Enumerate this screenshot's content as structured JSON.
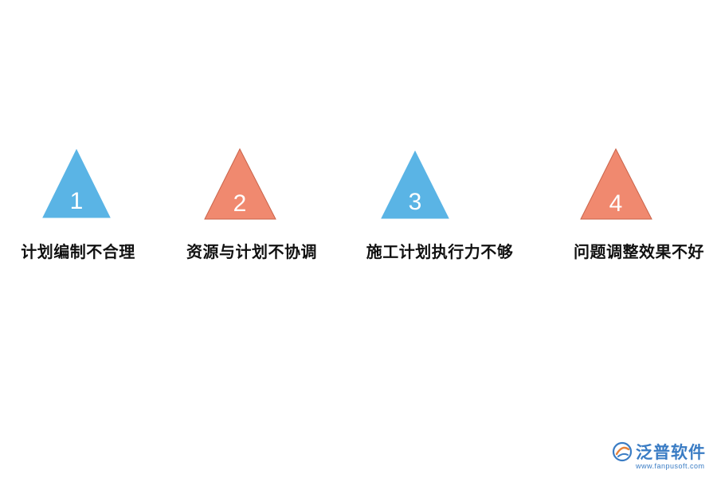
{
  "items": [
    {
      "number": "1",
      "label": "计划编制不合理",
      "color": "#5ab4e5",
      "stroke": "#5ab4e5"
    },
    {
      "number": "2",
      "label": "资源与计划不协调",
      "color": "#f0896f",
      "stroke": "#c9634a"
    },
    {
      "number": "3",
      "label": "施工计划执行力不够",
      "color": "#5ab4e5",
      "stroke": "#5ab4e5"
    },
    {
      "number": "4",
      "label": "问题调整效果不好",
      "color": "#f0896f",
      "stroke": "#c9634a"
    }
  ],
  "logo": {
    "name": "泛普软件",
    "url": "www.fanpusoft.com",
    "icon": "fanpu-logo-icon"
  }
}
